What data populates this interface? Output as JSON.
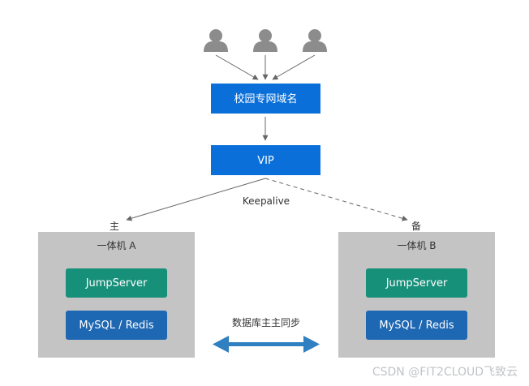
{
  "diagram": {
    "users": [
      {
        "icon": "user-icon"
      },
      {
        "icon": "user-icon"
      },
      {
        "icon": "user-icon"
      }
    ],
    "domain_box": {
      "label": "校园专网域名"
    },
    "vip_box": {
      "label": "VIP"
    },
    "keepalive_label": "Keepalive",
    "primary_label": "主",
    "backup_label": "备",
    "server_a": {
      "title": "一体机 A",
      "jumpserver": "JumpServer",
      "db": "MySQL / Redis"
    },
    "server_b": {
      "title": "一体机 B",
      "jumpserver": "JumpServer",
      "db": "MySQL / Redis"
    },
    "sync_label": "数据库主主同步"
  },
  "colors": {
    "blue_box": "#0a6fd8",
    "green_box": "#17907a",
    "db_box": "#1e67b3",
    "gray_panel": "#c4c4c4",
    "user_icon": "#8c8c8c",
    "arrow": "#666666",
    "sync_arrow": "#2f7fc1"
  },
  "watermark": "CSDN @FIT2CLOUD飞致云"
}
